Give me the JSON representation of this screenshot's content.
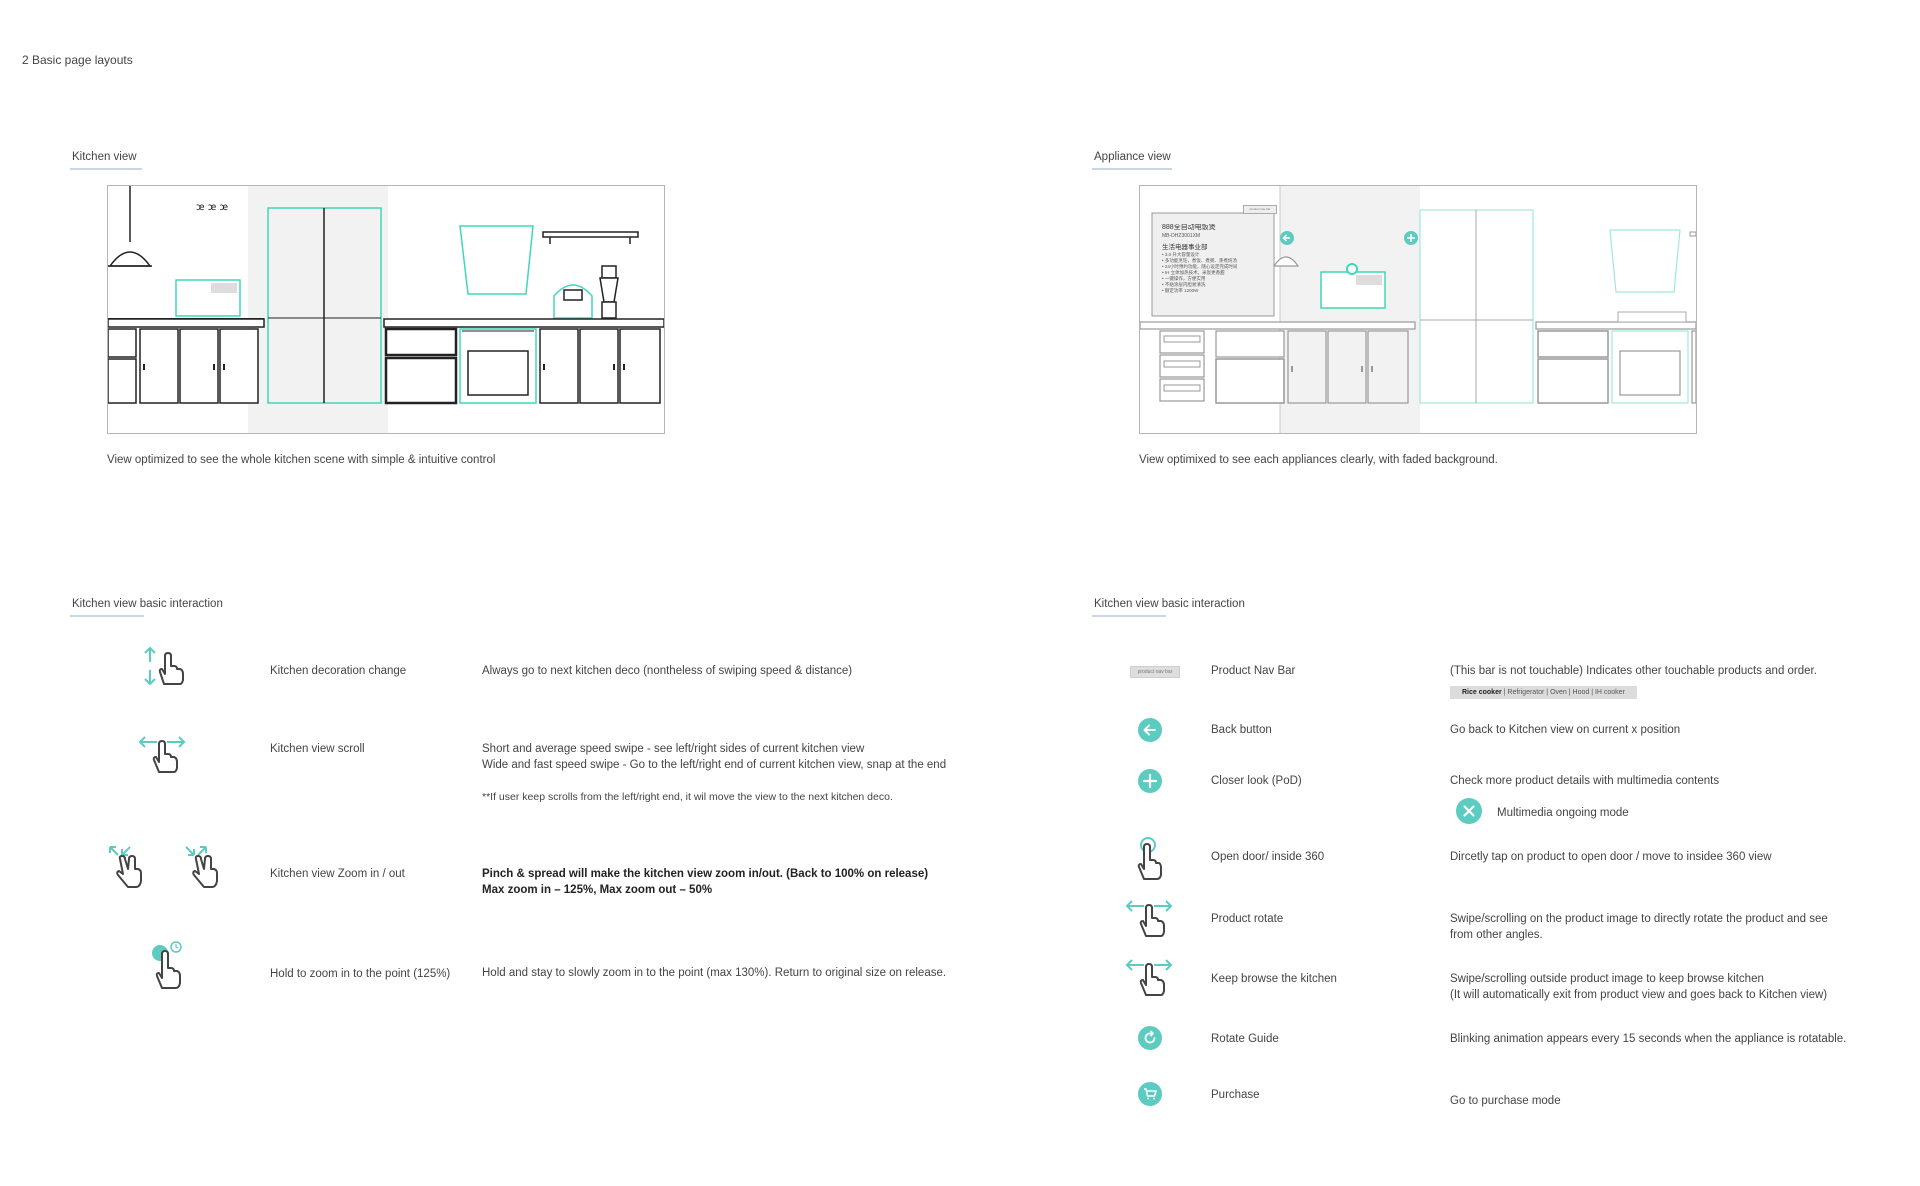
{
  "page_title": "2 Basic page layouts",
  "kitchen_view": {
    "title": "Kitchen view",
    "caption": "View optimized to see the whole kitchen scene with simple & intuitive control"
  },
  "appliance_view": {
    "title": "Appliance view",
    "caption": "View optimixed to see each appliances clearly, with faded background.",
    "nav_tag": "product nav bar",
    "card": {
      "title": "888全自动电饭煲",
      "model": "MB-DHZ3001XM",
      "subtitle": "生活电器事业部",
      "lines": [
        "• 3.0 升大容量设计",
        "• 多功能烹饪，煮饭、煮粥、蒸煮炖汤",
        "• 24小时预约功能，随心设定完成时间",
        "• IH 立体加热技术，米饭更香甜",
        "• 一键操作，方便实用",
        "• 不粘涂层内胆易清洗",
        "• 额定功率 1200W"
      ]
    }
  },
  "left_section": {
    "title": "Kitchen view basic interaction",
    "rows": [
      {
        "name": "Kitchen decoration change",
        "desc": [
          "Always go to next kitchen deco (nontheless of swiping speed &  distance)"
        ]
      },
      {
        "name": "Kitchen view scroll",
        "desc": [
          "Short and average speed swipe - see left/right sides of current kitchen view",
          "Wide and fast speed swipe - Go to the left/right end of current kitchen view, snap at the end",
          "",
          "**If user keep scrolls from the left/right end, it wil move the view to the next kitchen deco."
        ]
      },
      {
        "name": "Kitchen view Zoom in / out",
        "desc": [
          "Pinch & spread will make the kitchen view zoom in/out. (Back to 100% on release)",
          "Max zoom in – 125%, Max zoom out – 50%"
        ]
      },
      {
        "name": "Hold to zoom in to the point (125%)",
        "desc": [
          "Hold and stay to slowly zoom in to the point (max 130%). Return to original size on release."
        ]
      }
    ]
  },
  "right_section": {
    "title": "Kitchen view basic interaction",
    "nav_chip": "product nav bar",
    "nav_demo": {
      "active": "Rice cooker",
      "rest": "|  Refrigerator  |  Oven  |  Hood  |  IH cooker"
    },
    "multimedia_label": "Multimedia ongoing mode",
    "rows": [
      {
        "name": "Product Nav Bar",
        "desc": [
          "(This bar is not touchable) Indicates other touchable products and order."
        ]
      },
      {
        "name": "Back button",
        "desc": [
          "Go back to Kitchen view on current x position"
        ]
      },
      {
        "name": "Closer look (PoD)",
        "desc": [
          "Check more product details with multimedia contents"
        ]
      },
      {
        "name": "Open door/ inside 360",
        "desc": [
          "Dircetly tap on product to open door / move to insidee 360 view"
        ]
      },
      {
        "name": "Product rotate",
        "desc": [
          "Swipe/scrolling on the product image to directly rotate the product and see",
          "from other angles."
        ]
      },
      {
        "name": "Keep browse the kitchen",
        "desc": [
          "Swipe/scrolling outside product image to keep browse kitchen",
          "(It will automatically exit from product view and goes back to Kitchen view)"
        ]
      },
      {
        "name": "Rotate Guide",
        "desc": [
          "Blinking animation appears every 15 seconds when the appliance is rotatable."
        ]
      },
      {
        "name": "Purchase",
        "desc": [
          "Go to purchase mode"
        ]
      }
    ]
  },
  "colors": {
    "accent": "#3fd8b8",
    "icon_teal": "#5ccbc0",
    "gray_fill": "#f2f2f2",
    "line": "#222222"
  }
}
